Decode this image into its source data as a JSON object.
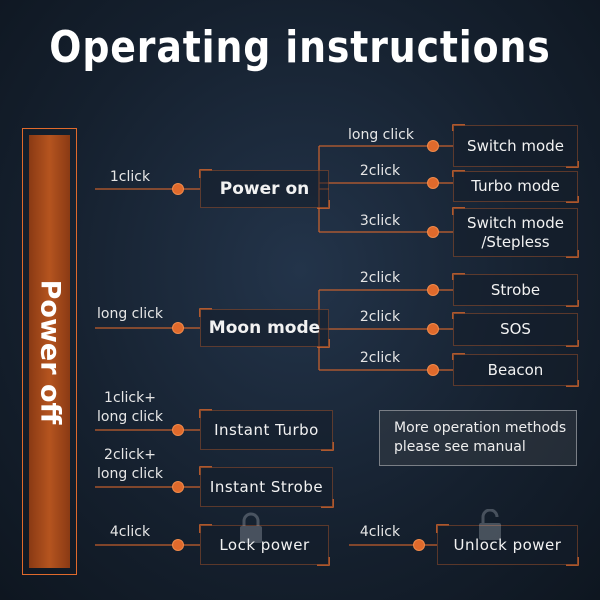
{
  "title": "Operating instructions",
  "bar_label": "Power off",
  "nodes": {
    "power_on": "Power on",
    "moon_mode": "Moon mode",
    "instant_turbo": "Instant Turbo",
    "instant_strobe": "Instant Strobe",
    "lock_power": "Lock power",
    "unlock_power": "Unlock power",
    "switch_mode": "Switch mode",
    "turbo_mode": "Turbo mode",
    "switch_mode_stepless_line1": "Switch mode",
    "switch_mode_stepless_line2": "/Stepless",
    "strobe": "Strobe",
    "sos": "SOS",
    "beacon": "Beacon"
  },
  "edges": {
    "to_power_on": "1click",
    "to_moon_mode": "long click",
    "to_instant_turbo_line1": "1click+",
    "to_instant_turbo_line2": "long click",
    "to_instant_strobe_line1": "2click+",
    "to_instant_strobe_line2": "long click",
    "to_lock_power": "4click",
    "to_unlock_power": "4click",
    "to_switch_mode": "long click",
    "to_turbo_mode": "2click",
    "to_switch_mode_stepless": "3click",
    "to_strobe": "2click",
    "to_sos": "2click",
    "to_beacon": "2click"
  },
  "note": {
    "line1": "More operation methods",
    "line2": "please see manual"
  },
  "colors": {
    "accent": "#e06a2c",
    "bar_fill": "#b5541f",
    "background": "#15202e"
  }
}
